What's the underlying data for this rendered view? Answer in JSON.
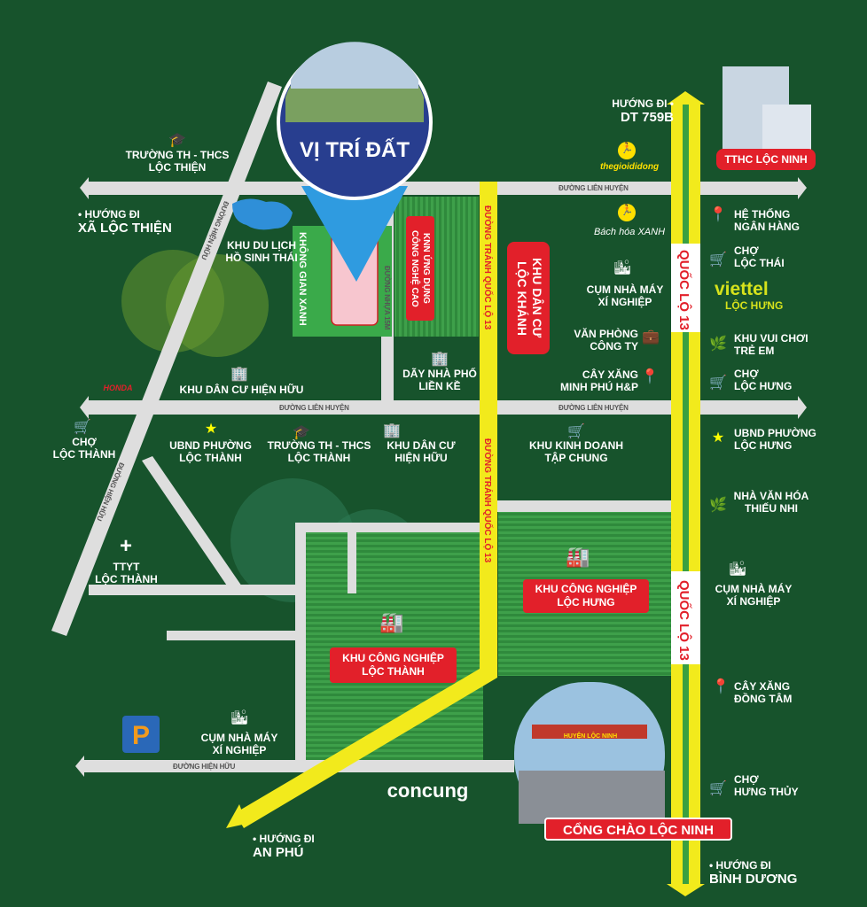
{
  "pin": {
    "title": "VỊ TRÍ ĐẤT"
  },
  "roads": {
    "lien_huyen": "ĐƯỜNG LIÊN HUYỆN",
    "hien_huu": "ĐƯỜNG HIỆN HỮU",
    "nhua_15m": "ĐƯỜNG NHỰA 15M",
    "tranh_ql13": "ĐƯỜNG TRÁNH QUỐC LỘ 13",
    "ql13": "QUỐC LỘ 13"
  },
  "directions": {
    "loc_thien": {
      "line1": "HƯỚNG ĐI",
      "line2": "XÃ LỘC THIỆN"
    },
    "dt759b": {
      "line1": "HƯỚNG ĐI",
      "line2": "DT 759B"
    },
    "an_phu": {
      "line1": "HƯỚNG ĐI",
      "line2": "AN PHÚ"
    },
    "binh_duong": {
      "line1": "HƯỚNG ĐI",
      "line2": "BÌNH DƯƠNG"
    }
  },
  "places": {
    "truong_loc_thien": "TRƯỜNG TH - THCS\nLỘC THIỆN",
    "ho_sinh_thai": "KHU DU LỊCH\nHỒ SINH THÁI",
    "khong_gian_xanh": "KHÔNG GIAN XANH",
    "knn": "KNN ỨNG DỤNG\nCÔNG NGHỆ CAO",
    "kdc_loc_khanh": "KHU DÂN CƯ\nLỘC KHÁNH",
    "kdc_hien_huu_1": "KHU DÂN CƯ HIỆN HỮU",
    "day_nha_pho": "DÃY NHÀ PHỐ\nLIỀN KỀ",
    "honda": "HONDA",
    "cho_loc_thanh": "CHỢ\nLỘC THÀNH",
    "ubnd_loc_thanh": "UBND PHƯỜNG\nLỘC THÀNH",
    "truong_loc_thanh": "TRƯỜNG TH - THCS\nLỘC THÀNH",
    "kdc_hien_huu_2": "KHU DÂN CƯ\nHIỆN HỮU",
    "kinh_doanh": "KHU KINH DOANH\nTẬP CHUNG",
    "ttyt": "TTYT\nLỘC THÀNH",
    "kcn_loc_thanh": "KHU CÔNG NGHIỆP\nLỘC THÀNH",
    "kcn_loc_hung": "KHU CÔNG NGHIỆP\nLỘC HƯNG",
    "cum_nha_may_1": "CỤM NHÀ MÁY\nXÍ NGHIỆP",
    "cum_nha_may_2": "CỤM NHÀ MÁY\nXÍ NGHIỆP",
    "cum_nha_may_3": "CỤM NHÀ MÁY\nXÍ NGHIỆP",
    "concung": "concung",
    "cong_chao": "CỔNG CHÀO LỘC NINH",
    "cong_chao_sign": "HUYỆN LỘC NINH",
    "tthc": "TTHC LỘC NINH",
    "tgdd": "thegioididong",
    "bhx": "Bách hóa XANH",
    "van_phong": "VĂN PHÒNG\nCÔNG TY",
    "cay_xang_mp": "CÂY XĂNG\nMINH PHÚ H&P",
    "ngan_hang": "HỆ THỐNG\nNGÂN HÀNG",
    "cho_loc_thai": "CHỢ\nLỘC THÁI",
    "viettel": "viettel",
    "viettel_sub": "LỘC HƯNG",
    "vui_choi": "KHU VUI CHƠI\nTRẺ EM",
    "cho_loc_hung": "CHỢ\nLỘC HƯNG",
    "ubnd_loc_hung": "UBND PHƯỜNG\nLỘC HƯNG",
    "nha_van_hoa": "NHÀ VĂN HÓA\nTHIẾU NHI",
    "cay_xang_dt": "CÂY XĂNG\nĐỒNG TÂM",
    "cho_hung_thuy": "CHỢ\nHƯNG THỦY"
  },
  "colors": {
    "bg": "#17532c",
    "road": "#dedede",
    "highway": "#f2ea1c",
    "red": "#e2202a",
    "pin_blue": "#283e8f"
  }
}
